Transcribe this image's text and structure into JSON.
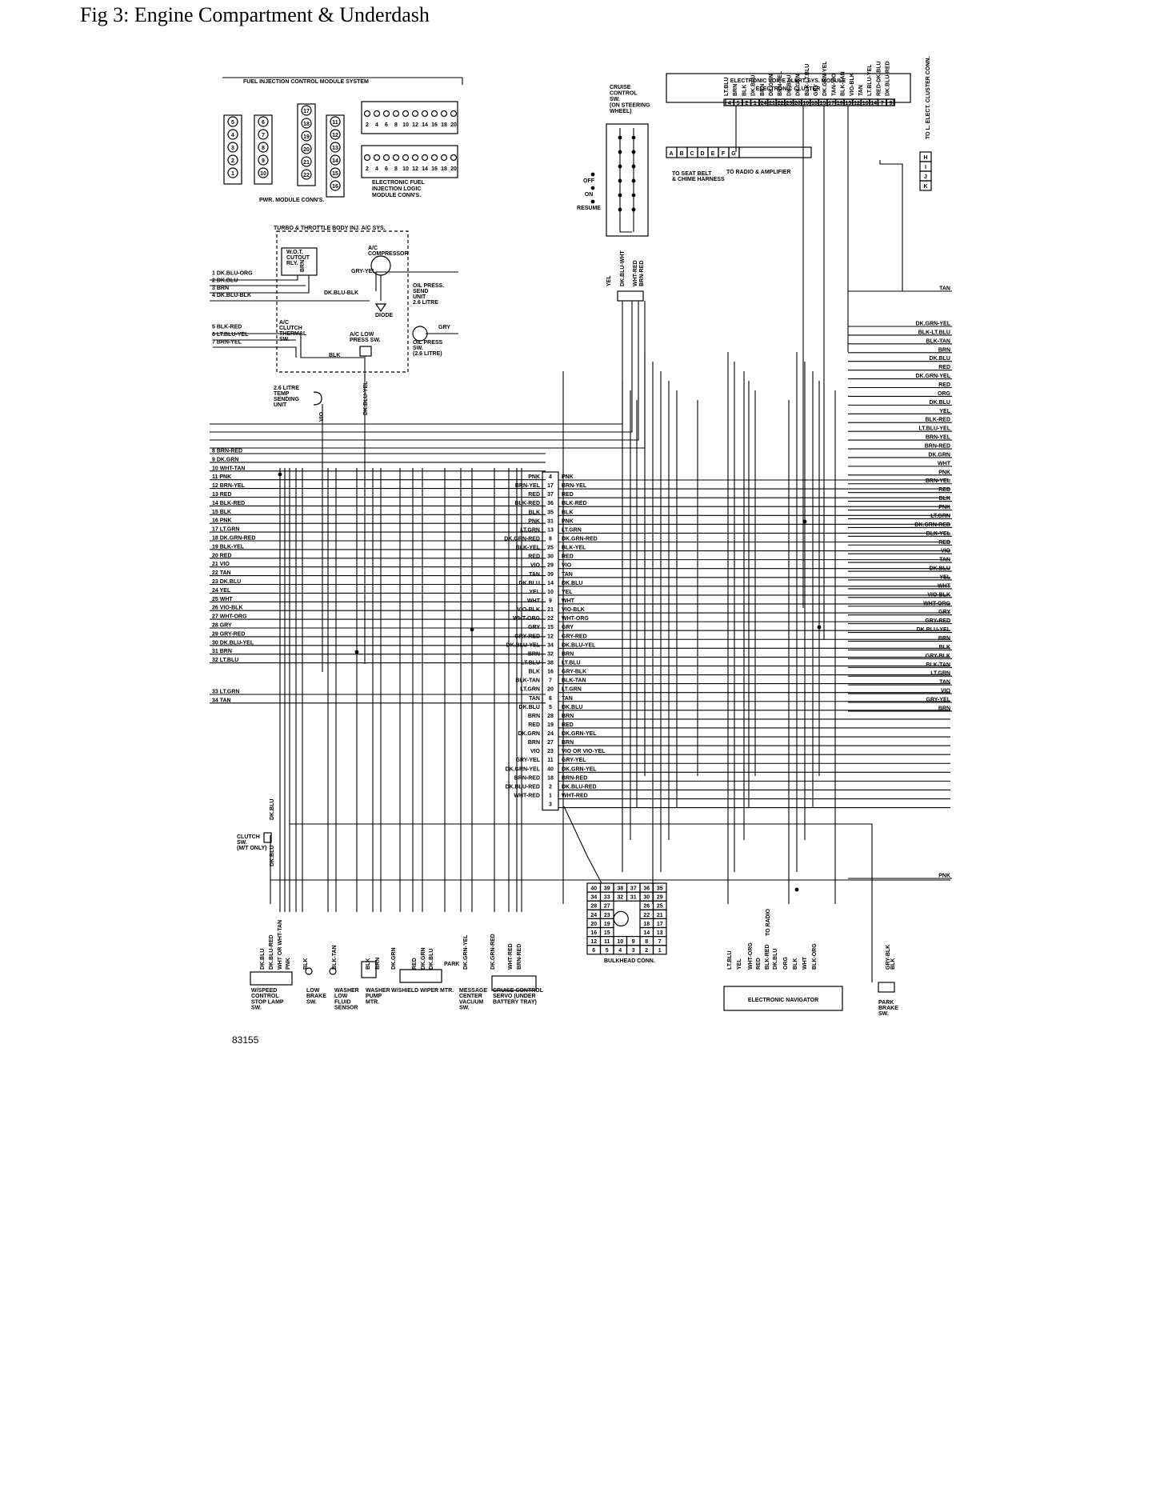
{
  "title": "Fig 3: Engine Compartment & Underdash",
  "figure_number": "83155",
  "blocks": {
    "fuel_injection": "FUEL INJECTION CONTROL MODULE SYSTEM",
    "pwr_module": "PWR. MODULE CONN'S.",
    "efi_logic": [
      "ELECTRONIC FUEL",
      "INJECTION LOGIC",
      "MODULE CONN'S."
    ],
    "cruise_switch": [
      "CRUISE",
      "CONTROL",
      "SW.",
      "(ON STEERING",
      "WHEEL)"
    ],
    "cruise_positions": [
      "OFF",
      "ON",
      "RESUME"
    ],
    "evas_module": [
      "ELECTRONIC VOICE ALERT SYS. MODULE",
      "ELECTRONIC CLUSTER"
    ],
    "to_cluster": "TO L. ELECT. CLUSTER CONN.",
    "seat_belt": [
      "TO SEAT BELT",
      "& CHIME HARNESS"
    ],
    "radio": "TO RADIO & AMPLIFIER",
    "turbo_box": "TURBO & THROTTLE BODY INJ. A/C SYS.",
    "wot": [
      "W.O.T.",
      "CUTOUT",
      "RLY."
    ],
    "compressor": [
      "A/C",
      "COMPRESSOR"
    ],
    "diode": "DIODE",
    "oil_send": [
      "OIL PRESS.",
      "SEND",
      "UNIT",
      "2.6 LITRE"
    ],
    "clutch_thermal": [
      "A/C",
      "CLUTCH",
      "THERMAL",
      "SW."
    ],
    "low_press": [
      "A/C LOW",
      "PRESS SW."
    ],
    "oil_sw": [
      "OIL PRESS",
      "SW.",
      "(2.6 LITRE)"
    ],
    "temp_unit": [
      "2.6 LITRE",
      "TEMP",
      "SENDING",
      "UNIT"
    ],
    "clutch_sw": [
      "CLUTCH",
      "SW.",
      "(M/T ONLY)"
    ],
    "bulkhead": "BULKHEAD CONN.",
    "navigator": "ELECTRONIC NAVIGATOR",
    "park_brake": [
      "PARK",
      "BRAKE",
      "SW."
    ],
    "bottom_components": [
      [
        "W/SPEED",
        "CONTROL",
        "STOP LAMP",
        "SW."
      ],
      [
        "LOW",
        "BRAKE",
        "SW."
      ],
      [
        "WASHER",
        "LOW",
        "FLUID",
        "SENSOR"
      ],
      [
        "WASHER",
        "PUMP",
        "MTR."
      ],
      [
        "W/SHIELD WIPER MTR."
      ],
      [
        "MESSAGE",
        "CENTER",
        "VACUUM",
        "SW."
      ],
      [
        "CRUISE CONTROL",
        "SERVO (UNDER",
        "BATTERY TRAY)"
      ]
    ]
  },
  "left_wires": [
    "1 DK.BLU-ORG",
    "2 DK.BLU",
    "3 BRN",
    "4 DK.BLU-BLK",
    "5 BLK-RED",
    "6 LT.BLU-YEL",
    "7 BRN-YEL",
    "8 BRN-RED",
    "9 DK.GRN",
    "10 WHT-TAN",
    "11 PNK",
    "12 BRN-YEL",
    "13 RED",
    "14 BLK-RED",
    "15 BLK",
    "16 PNK",
    "17 LT.GRN",
    "18 DK.GRN-RED",
    "19 BLK-YEL",
    "20 RED",
    "21 VIO",
    "22 TAN",
    "23 DK.BLU",
    "24 YEL",
    "25 WHT",
    "26 VIO-BLK",
    "27 WHT-ORG",
    "28 GRY",
    "29 GRY-RED",
    "30 DK.BLU-YEL",
    "31 BRN",
    "32 LT.BLU",
    "33 LT.GRN",
    "34 TAN"
  ],
  "bulkhead_rows": [
    {
      "left": "PNK",
      "pin": "4",
      "right": "PNK"
    },
    {
      "left": "BRN-YEL",
      "pin": "17",
      "right": "BRN-YEL"
    },
    {
      "left": "RED",
      "pin": "37",
      "right": "RED"
    },
    {
      "left": "BLK-RED",
      "pin": "36",
      "right": "BLK-RED"
    },
    {
      "left": "BLK",
      "pin": "35",
      "right": "BLK"
    },
    {
      "left": "PNK",
      "pin": "31",
      "right": "PNK"
    },
    {
      "left": "LT.GRN",
      "pin": "13",
      "right": "LT.GRN"
    },
    {
      "left": "DK.GRN-RED",
      "pin": "8",
      "right": "DK.GRN-RED"
    },
    {
      "left": "BLK-YEL",
      "pin": "25",
      "right": "BLK-YEL"
    },
    {
      "left": "RED",
      "pin": "30",
      "right": "RED"
    },
    {
      "left": "VIO",
      "pin": "29",
      "right": "VIO"
    },
    {
      "left": "TAN",
      "pin": "39",
      "right": "TAN"
    },
    {
      "left": "DK.BLU",
      "pin": "14",
      "right": "DK.BLU"
    },
    {
      "left": "YEL",
      "pin": "10",
      "right": "YEL"
    },
    {
      "left": "WHT",
      "pin": "9",
      "right": "WHT"
    },
    {
      "left": "VIO-BLK",
      "pin": "21",
      "right": "VIO-BLK"
    },
    {
      "left": "WHT-ORG",
      "pin": "22",
      "right": "WHT-ORG"
    },
    {
      "left": "GRY",
      "pin": "15",
      "right": "GRY"
    },
    {
      "left": "GRY-RED",
      "pin": "12",
      "right": "GRY-RED"
    },
    {
      "left": "DK.BLU-YEL",
      "pin": "34",
      "right": "DK.BLU-YEL"
    },
    {
      "left": "BRN",
      "pin": "32",
      "right": "BRN"
    },
    {
      "left": "LT.BLU",
      "pin": "38",
      "right": "LT.BLU"
    },
    {
      "left": "BLK",
      "pin": "16",
      "right": "GRY-BLK"
    },
    {
      "left": "BLK-TAN",
      "pin": "7",
      "right": "BLK-TAN"
    },
    {
      "left": "LT.GRN",
      "pin": "20",
      "right": "LT.GRN"
    },
    {
      "left": "TAN",
      "pin": "6",
      "right": "TAN"
    },
    {
      "left": "DK.BLU",
      "pin": "5",
      "right": "DK.BLU"
    },
    {
      "left": "BRN",
      "pin": "28",
      "right": "BRN"
    },
    {
      "left": "RED",
      "pin": "19",
      "right": "RED"
    },
    {
      "left": "DK.GRN",
      "pin": "24",
      "right": "DK.GRN-YEL"
    },
    {
      "left": "BRN",
      "pin": "27",
      "right": "BRN"
    },
    {
      "left": "VIO",
      "pin": "23",
      "right": "VIO OR VIO-YEL"
    },
    {
      "left": "GRY-YEL",
      "pin": "11",
      "right": "GRY-YEL"
    },
    {
      "left": "DK.GRN-YEL",
      "pin": "40",
      "right": "DK.GRN-YEL"
    },
    {
      "left": "BRN-RED",
      "pin": "18",
      "right": "BRN-RED"
    },
    {
      "left": "DK.BLU-RED",
      "pin": "2",
      "right": "DK.BLU-RED"
    },
    {
      "left": "WHT-RED",
      "pin": "1",
      "right": "WHT-RED"
    },
    {
      "left": "",
      "pin": "3",
      "right": ""
    }
  ],
  "right_wires": [
    "TAN",
    "DK.GRN-YEL",
    "BLK-LT.BLU",
    "BLK-TAN",
    "BRN",
    "DK.BLU",
    "RED",
    "DK.GRN-YEL",
    "RED",
    "ORG",
    "DK.BLU",
    "YEL",
    "BLK-RED",
    "LT.BLU-YEL",
    "BRN-YEL",
    "BRN-RED",
    "DK.GRN",
    "WHT",
    "PNK",
    "BRN-YEL",
    "RED",
    "BLK",
    "PNK",
    "LT.GRN",
    "DK.GRN-RED",
    "BLK-YEL",
    "RED",
    "VIO",
    "TAN",
    "DK.BLU",
    "YEL",
    "WHT",
    "VIO-BLK",
    "WHT-ORG",
    "GRY",
    "GRY-RED",
    "DK.BLU-YEL",
    "BRN",
    "BLK",
    "GRY-BLK",
    "BLK-TAN",
    "LT.GRN",
    "TAN",
    "VIO",
    "GRY-YEL",
    "BRN",
    "PNK"
  ],
  "bulkhead_grid": [
    [
      "40",
      "39",
      "38",
      "37",
      "36",
      "35"
    ],
    [
      "34",
      "33",
      "32",
      "31",
      "30",
      "29"
    ],
    [
      "28",
      "27",
      "",
      "",
      "26",
      "25"
    ],
    [
      "24",
      "23",
      "",
      "",
      "22",
      "21"
    ],
    [
      "20",
      "19",
      "",
      "",
      "18",
      "17"
    ],
    [
      "16",
      "15",
      "",
      "",
      "14",
      "13"
    ],
    [
      "12",
      "11",
      "10",
      "9",
      "8",
      "7"
    ],
    [
      "6",
      "5",
      "4",
      "3",
      "2",
      "1"
    ]
  ],
  "evas_pins": [
    "4",
    "5",
    "2",
    "1",
    "24",
    "21",
    "22",
    "23",
    "20",
    "10",
    "18",
    "15",
    "17",
    "19",
    "13",
    "12",
    "16",
    "14",
    "7",
    "9"
  ],
  "evas_wires": [
    "LT.BLU",
    "BRN",
    "BLK",
    "DK.BLU",
    "BRN",
    "DK.GRN",
    "BRN-YEL",
    "DK.BLU",
    "DK.GRN",
    "BLK-LT.BLU",
    "GRY",
    "DK.GRN-YEL",
    "TAN-VIO",
    "BLK-TAN",
    "VIO-BLK",
    "TAN",
    "LT.BLU-YEL",
    "RED-DK.BLU",
    "DK.BLU-RED"
  ],
  "chime_pins": [
    "A",
    "B",
    "C",
    "D",
    "E",
    "F",
    "G"
  ],
  "cluster_pins": [
    "H",
    "I",
    "J",
    "K"
  ],
  "pwr_pins": [
    [
      "5",
      "4",
      "3",
      "2",
      "1"
    ],
    [
      "6",
      "7",
      "8",
      "9",
      "10"
    ],
    [
      "17",
      "18",
      "19",
      "20",
      "21",
      "22"
    ],
    [
      "11",
      "12",
      "13",
      "14",
      "15",
      "16"
    ]
  ]
}
